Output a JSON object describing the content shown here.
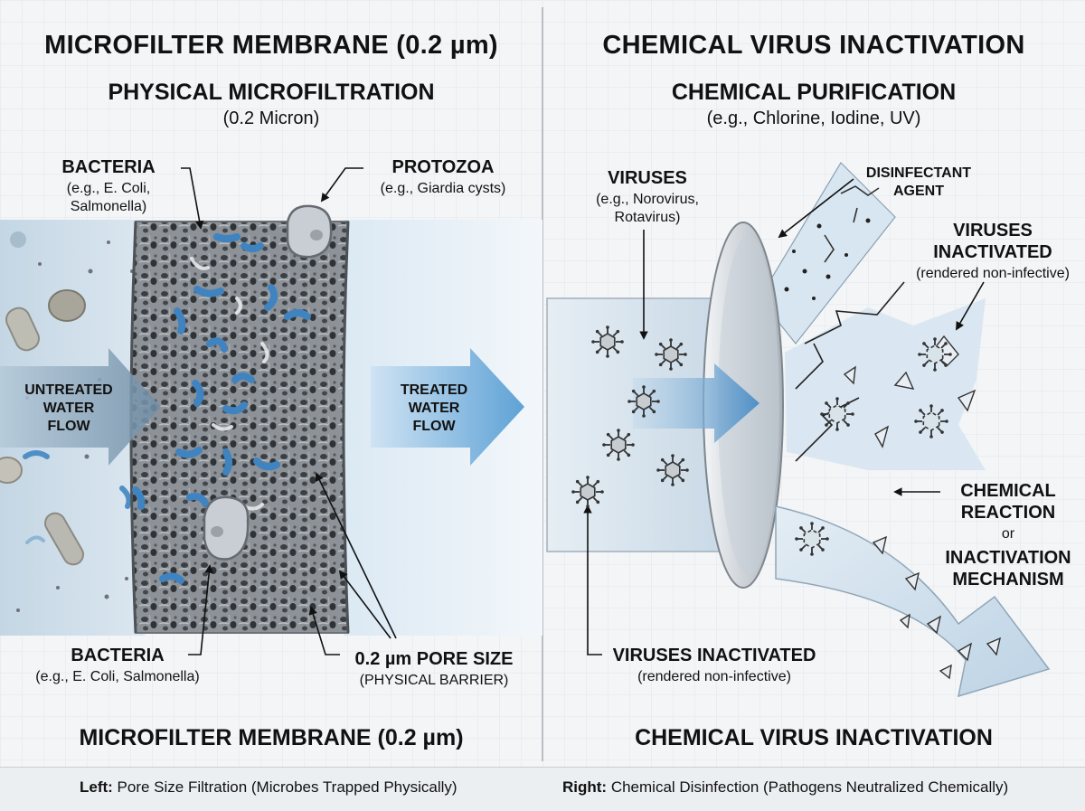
{
  "left": {
    "top_title": "MICROFILTER MEMBRANE (0.2 µm)",
    "subtitle": "PHYSICAL MICROFILTRATION",
    "subtitle_note": "(0.2 Micron)",
    "bacteria_top": {
      "label": "BACTERIA",
      "note1": "(e.g., E. Coli,",
      "note2": "Salmonella)"
    },
    "protozoa": {
      "label": "PROTOZOA",
      "note": "(e.g., Giardia cysts)"
    },
    "untreated": [
      "UNTREATED",
      "WATER",
      "FLOW"
    ],
    "treated": [
      "TREATED",
      "WATER",
      "FLOW"
    ],
    "bacteria_bottom": {
      "label": "BACTERIA",
      "note": "(e.g., E. Coli, Salmonella)"
    },
    "pore": {
      "label": "0.2 µm PORE SIZE",
      "note": "(PHYSICAL BARRIER)"
    },
    "bottom_title": "MICROFILTER MEMBRANE (0.2 µm)",
    "footer_bold": "Left:",
    "footer_text": " Pore Size Filtration (Microbes Trapped Physically)"
  },
  "right": {
    "top_title": "CHEMICAL VIRUS INACTIVATION",
    "subtitle": "CHEMICAL PURIFICATION",
    "subtitle_note": "(e.g., Chlorine, Iodine, UV)",
    "viruses": {
      "label": "VIRUSES",
      "note1": "(e.g., Norovirus,",
      "note2": "Rotavirus)"
    },
    "agent": [
      "DISINFECTANT",
      "AGENT"
    ],
    "inactivated_top": {
      "label1": "VIRUSES",
      "label2": "INACTIVATED",
      "note": "(rendered non-infective)"
    },
    "reaction": {
      "l1": "CHEMICAL",
      "l2": "REACTION",
      "or": "or",
      "l3": "INACTIVATION",
      "l4": "MECHANISM"
    },
    "inactivated_bottom": {
      "label": "VIRUSES INACTIVATED",
      "note": "(rendered non-infective)"
    },
    "bottom_title": "CHEMICAL VIRUS INACTIVATION",
    "footer_bold": "Right:",
    "footer_text": " Chemical Disinfection (Pathogens Neutralized Chemically)"
  },
  "colors": {
    "accent_blue": "#4f8fc6",
    "membrane_gray": "#9aa0a6",
    "text": "#111111"
  }
}
